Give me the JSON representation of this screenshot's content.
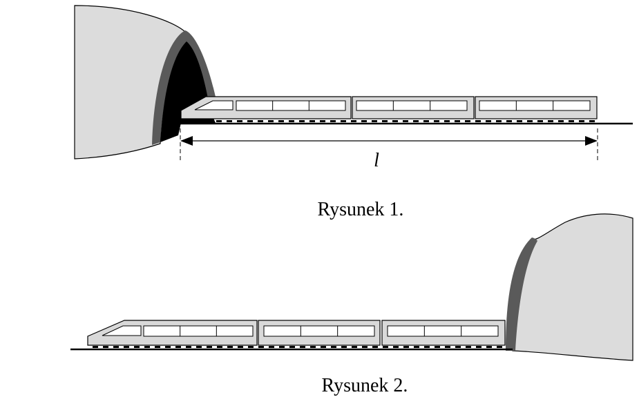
{
  "figure1": {
    "caption": "Rysunek 1.",
    "length_label": "l",
    "train": {
      "cars": 3,
      "windows_per_car": 3
    }
  },
  "figure2": {
    "caption": "Rysunek 2.",
    "train": {
      "cars": 3,
      "windows_per_car": 3
    }
  },
  "colors": {
    "hill": "#dcdcdc",
    "tunnel_rim": "#5a5a5a",
    "tunnel_opening": "#000000",
    "train_body": "#d9d9d9",
    "window": "#ffffff",
    "outline": "#000000"
  }
}
